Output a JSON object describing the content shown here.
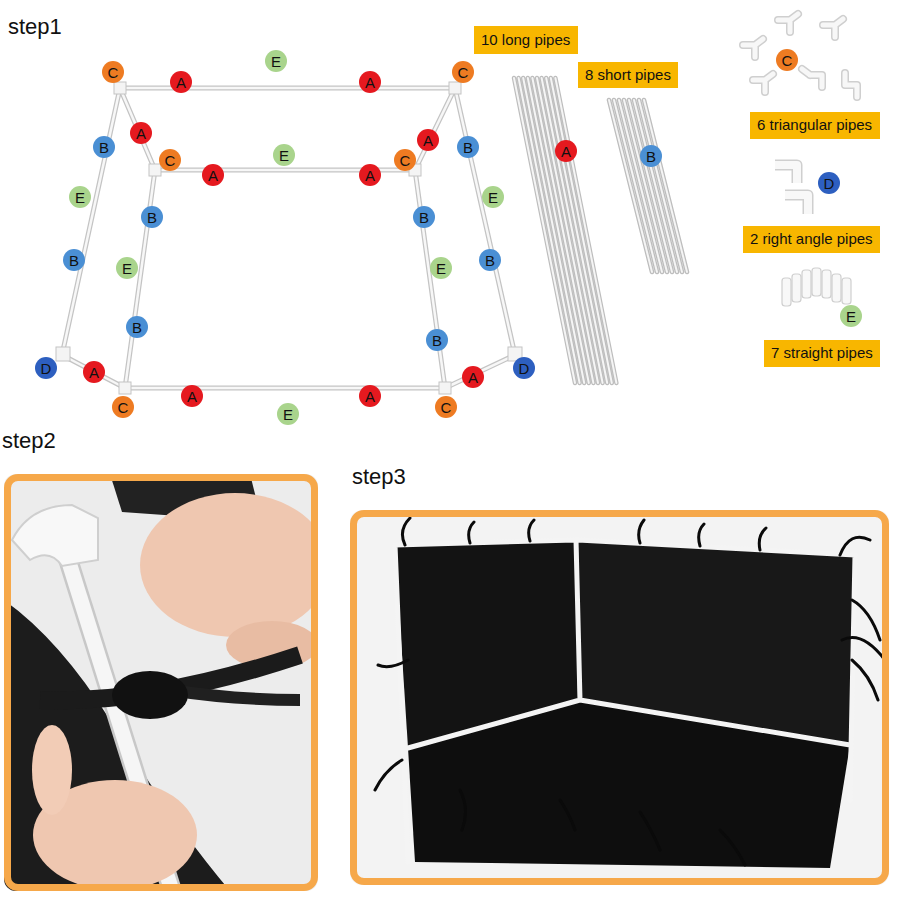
{
  "diagram": {
    "nodes": [
      {
        "text": [
          "C"
        ]
      },
      {
        "text": [
          "E"
        ]
      },
      {
        "text": [
          "A"
        ]
      },
      {
        "text": [
          "A"
        ]
      },
      {
        "text": [
          "C"
        ]
      },
      {
        "text": [
          "A"
        ]
      },
      {
        "text": [
          "A"
        ]
      },
      {
        "text": [
          "B"
        ]
      },
      {
        "text": [
          "B"
        ]
      },
      {
        "text": [
          "C"
        ]
      },
      {
        "text": [
          "E"
        ]
      },
      {
        "text": [
          "C"
        ]
      },
      {
        "text": [
          "A"
        ]
      },
      {
        "text": [
          "A"
        ]
      },
      {
        "text": [
          "E"
        ]
      },
      {
        "text": [
          "E"
        ]
      },
      {
        "text": [
          "B"
        ]
      },
      {
        "text": [
          "B"
        ]
      },
      {
        "text": [
          "B"
        ]
      },
      {
        "text": [
          "B"
        ]
      },
      {
        "text": [
          "E"
        ]
      },
      {
        "text": [
          "E"
        ]
      },
      {
        "text": [
          "B"
        ]
      },
      {
        "text": [
          "B"
        ]
      },
      {
        "text": [
          "D"
        ]
      },
      {
        "text": [
          "D"
        ]
      },
      {
        "text": [
          "A"
        ]
      },
      {
        "text": [
          "A"
        ]
      },
      {
        "text": [
          "A"
        ]
      },
      {
        "text": [
          "A"
        ]
      },
      {
        "text": [
          "C"
        ]
      },
      {
        "text": [
          "C"
        ]
      },
      {
        "text": [
          "E"
        ]
      },
      {
        "text": [
          "A"
        ]
      },
      {
        "text": [
          "B"
        ]
      },
      {
        "text": [
          "C"
        ]
      },
      {
        "text": [
          "D"
        ]
      },
      {
        "text": [
          "E"
        ]
      },
      {
        "text": [
          "10 long pipes"
        ]
      },
      {
        "text": [
          "8 short pipes"
        ]
      },
      {
        "text": [
          "6 triangular pipes"
        ]
      },
      {
        "text": [
          "2 right angle pipes"
        ]
      },
      {
        "text": [
          "7 straight pipes"
        ]
      },
      {
        "text": [
          "step2"
        ]
      },
      {
        "text": [
          "step3"
        ]
      }
    ],
    "labels": [
      "step1"
    ]
  }
}
